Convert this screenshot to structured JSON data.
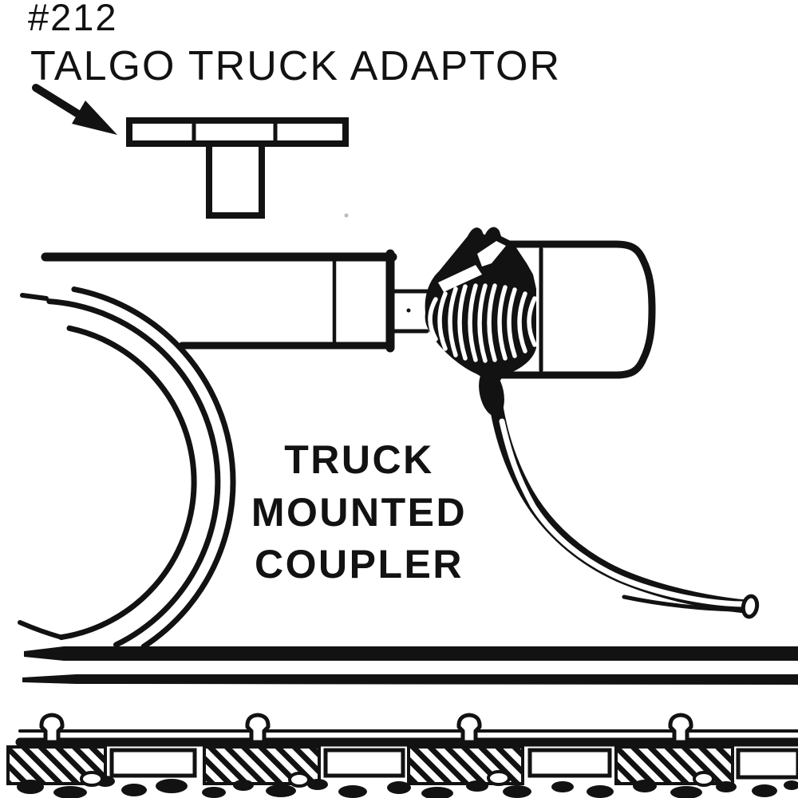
{
  "page": {
    "colors": {
      "ink": "#121212",
      "paper": "#ffffff"
    },
    "figure": "train coupler installation line drawing"
  },
  "callout": {
    "part_number": "#212",
    "part_name": "TALGO TRUCK ADAPTOR",
    "arrow_icon": "arrow-pointing-to-adaptor"
  },
  "caption": {
    "line1": "TRUCK",
    "line2": "MOUNTED",
    "line3": "COUPLER"
  }
}
